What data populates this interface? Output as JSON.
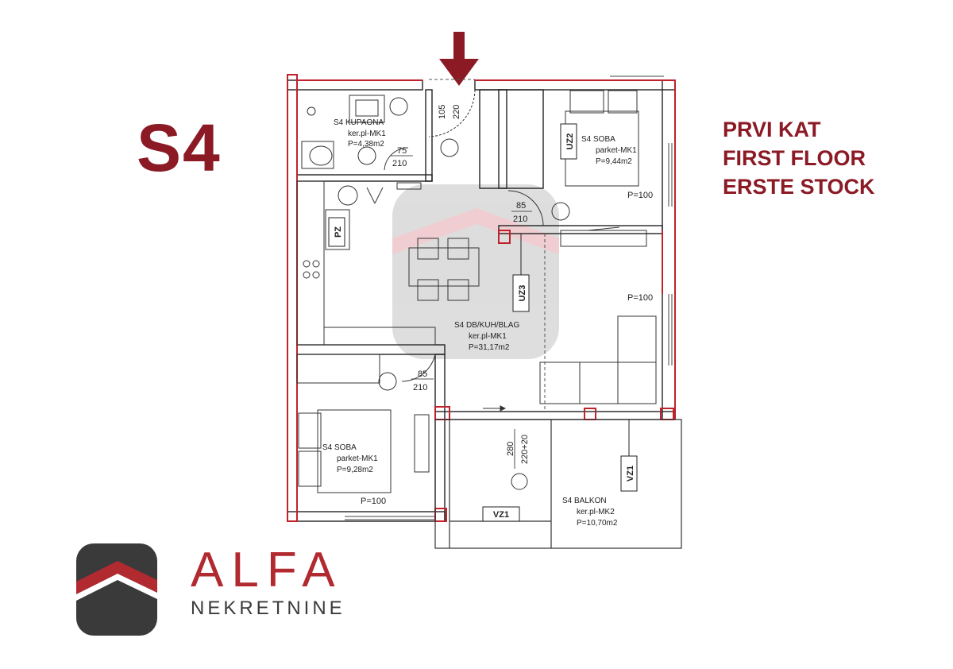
{
  "unit": {
    "title": "S4"
  },
  "floor": {
    "line1": "PRVI KAT",
    "line2": "FIRST FLOOR",
    "line3": "ERSTE STOCK"
  },
  "rooms": {
    "bathroom": {
      "name": "S4 KUPAONA",
      "floor": "ker.pl-MK1",
      "area": "P=4,38m2"
    },
    "bedroom1": {
      "name": "S4 SOBA",
      "floor": "parket-MK1",
      "area": "P=9,44m2"
    },
    "living": {
      "name": "S4 DB/KUH/BLAG",
      "floor": "ker.pl-MK1",
      "area": "P=31,17m2"
    },
    "bedroom2": {
      "name": "S4 SOBA",
      "floor": "parket-MK1",
      "area": "P=9,28m2"
    },
    "balcony": {
      "name": "S4 BALKON",
      "floor": "ker.pl-MK2",
      "area": "P=10,70m2"
    }
  },
  "labels": {
    "pz": "PZ",
    "uz2": "UZ2",
    "uz3": "UZ3",
    "vz1_horizontal": "VZ1",
    "vz1_vertical": "VZ1",
    "entry_width": "105",
    "entry_height": "220",
    "door_bath_w": "75",
    "door_bath_h": "210",
    "door_bed1_w": "85",
    "door_bed1_h": "210",
    "door_bed2_w": "85",
    "door_bed2_h": "210",
    "balcony_door_w": "280",
    "balcony_door_h": "220+20",
    "window_bed1": "P=100",
    "window_living": "P=100",
    "window_bed2": "P=100"
  },
  "brand": {
    "name": "ALFA",
    "subtitle": "NEKRETNINE"
  },
  "colors": {
    "accent": "#8b1a25",
    "wall_red": "#c0222c",
    "line": "#222222",
    "logo_dark": "#3a3a3a",
    "logo_red": "#b12a30"
  }
}
